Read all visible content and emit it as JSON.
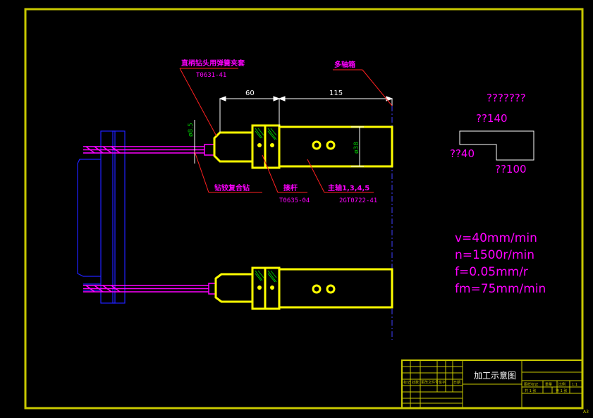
{
  "colors": {
    "frame": "#c8c800",
    "part": "#ffff00",
    "tool": "#ff00ff",
    "fixture": "#2020ff",
    "leader": "#ff2020",
    "dimension": "#ffffff",
    "annotation": "#ff00ff",
    "hatch": "#00c000",
    "centerline": "#4040ff"
  },
  "callouts": {
    "collet": {
      "title": "直柄钻头用弹簧夹套",
      "code": "T0631-41"
    },
    "multi_spindle": "多轴箱",
    "drill": "钻铰复合钻",
    "extension": {
      "title": "接杆",
      "code": "T0635-04"
    },
    "spindle": {
      "title": "主轴1,3,4,5",
      "code": "2GT0722-41"
    }
  },
  "dimensions": {
    "len_a": "60",
    "len_b": "115",
    "dia_small": "ø8.5",
    "dia_large": "ø38"
  },
  "profile_sketch": {
    "title": "???????",
    "top": "??140",
    "left": "??40",
    "bottom": "??100"
  },
  "cutting_params": [
    "v=40mm/min",
    "n=1500r/min",
    "f=0.05mm/r",
    "fm=75mm/min"
  ],
  "title_block": {
    "drawing_title": "加工示意图",
    "cells": [
      "标记",
      "处数",
      "更改文件号",
      "签字",
      "日期",
      "图样标记",
      "重量",
      "比例",
      "共 1 张",
      "第 1 张",
      "1:1"
    ],
    "sheet_mark": "A3"
  }
}
